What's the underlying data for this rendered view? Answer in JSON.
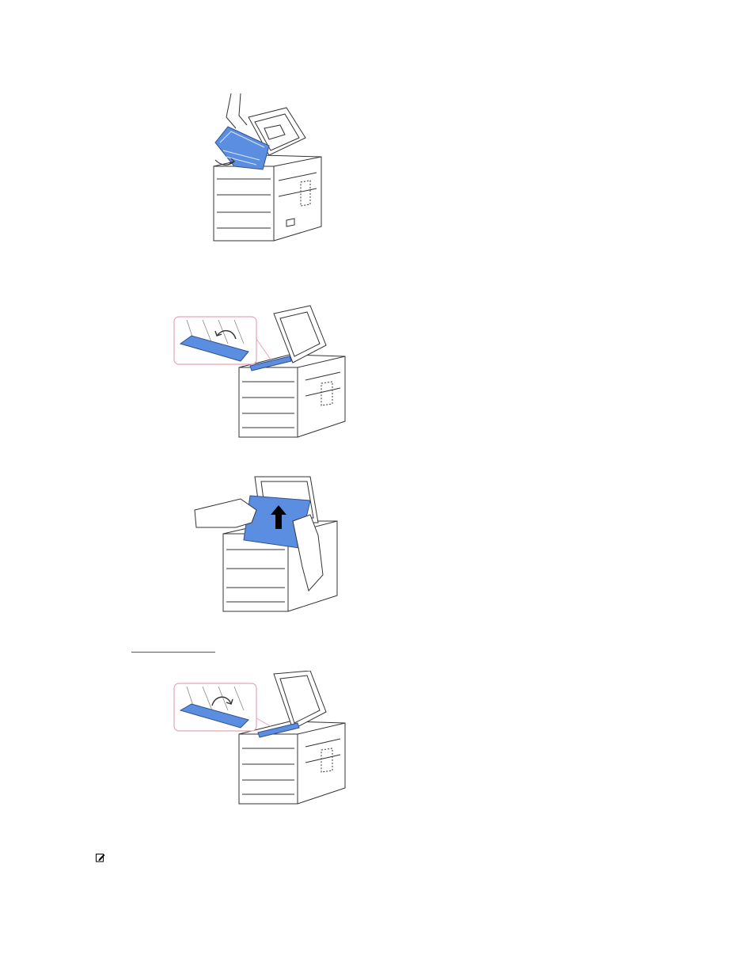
{
  "doc": {
    "figures": [
      {
        "icon": "printer-toner-removal-illustration"
      },
      {
        "icon": "printer-guide-lift-illustration"
      },
      {
        "icon": "printer-paper-jam-removal-illustration"
      },
      {
        "icon": "printer-guide-lower-illustration"
      }
    ],
    "link": {
      "text": "",
      "color": "#2b56c6"
    },
    "note": {
      "icon": "note-pencil-icon"
    },
    "colors": {
      "accent_blue": "#5b8ee0",
      "callout_pink": "#e7a3b5",
      "line": "#333333"
    }
  }
}
